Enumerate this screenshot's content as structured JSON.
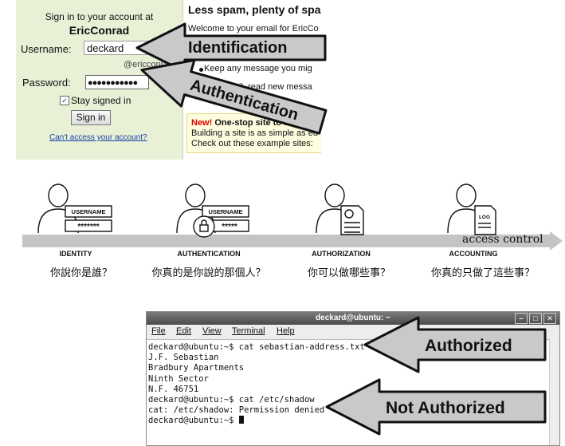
{
  "login": {
    "title_line1": "Sign in to your account at",
    "title_line2": "EricConrad",
    "username_label": "Username:",
    "username_value": "deckard",
    "domain_suffix": "@ericconrad.com",
    "password_label": "Password:",
    "password_value": "●●●●●●●●●●●",
    "stay_signed_in_label": "Stay signed in",
    "stay_signed_in_checked": true,
    "sign_in_button": "Sign in",
    "cant_access_link": "Can't access your account?"
  },
  "info": {
    "heading": "Less spam, plenty of spac",
    "line1": "Welcome to your email for EricCo",
    "bullet1": "Keep any message you mig",
    "bullet2": "Send mail, read new messa",
    "new_label": "New!",
    "new_text": " One-stop site to share on sha",
    "yellow_line2": "Building a site is as simple as ed",
    "yellow_line3": "Check out these example sites:"
  },
  "callouts": {
    "identification": "Identification",
    "authentication": "Authentication",
    "authorized": "Authorized",
    "not_authorized": "Not Authorized"
  },
  "timeline": {
    "axis_label": "access control",
    "stages": [
      {
        "label": "IDENTITY",
        "zh": "你說你是誰？",
        "icon": "person-username-icon",
        "card_line1": "USERNAME",
        "card_line2": "*******"
      },
      {
        "label": "AUTHENTICATION",
        "zh": "你真的是你說的那個人？",
        "icon": "person-lock-icon",
        "card_line1": "USERNAME",
        "card_line2": "*****"
      },
      {
        "label": "AUTHORIZATION",
        "zh": "你可以做哪些事？",
        "icon": "person-checklist-icon"
      },
      {
        "label": "ACCOUNTING",
        "zh": "你真的只做了這些事？",
        "icon": "person-log-icon",
        "card_line1": "LOG"
      }
    ]
  },
  "terminal": {
    "title": "deckard@ubuntu: ~",
    "menu": [
      "File",
      "Edit",
      "View",
      "Terminal",
      "Help"
    ],
    "lines": [
      "deckard@ubuntu:~$ cat sebastian-address.txt",
      "J.F. Sebastian",
      "Bradbury Apartments",
      "Ninth Sector",
      "N.F. 46751",
      "deckard@ubuntu:~$ cat /etc/shadow",
      "cat: /etc/shadow: Permission denied",
      "deckard@ubuntu:~$ "
    ]
  },
  "colors": {
    "login_bg": "#e8f0d6",
    "arrow_fill": "#c9c9c9",
    "arrow_stroke": "#111111",
    "timeline_bar": "#c4c4c4",
    "link": "#1a3fa8",
    "new_red": "#dd0000"
  }
}
